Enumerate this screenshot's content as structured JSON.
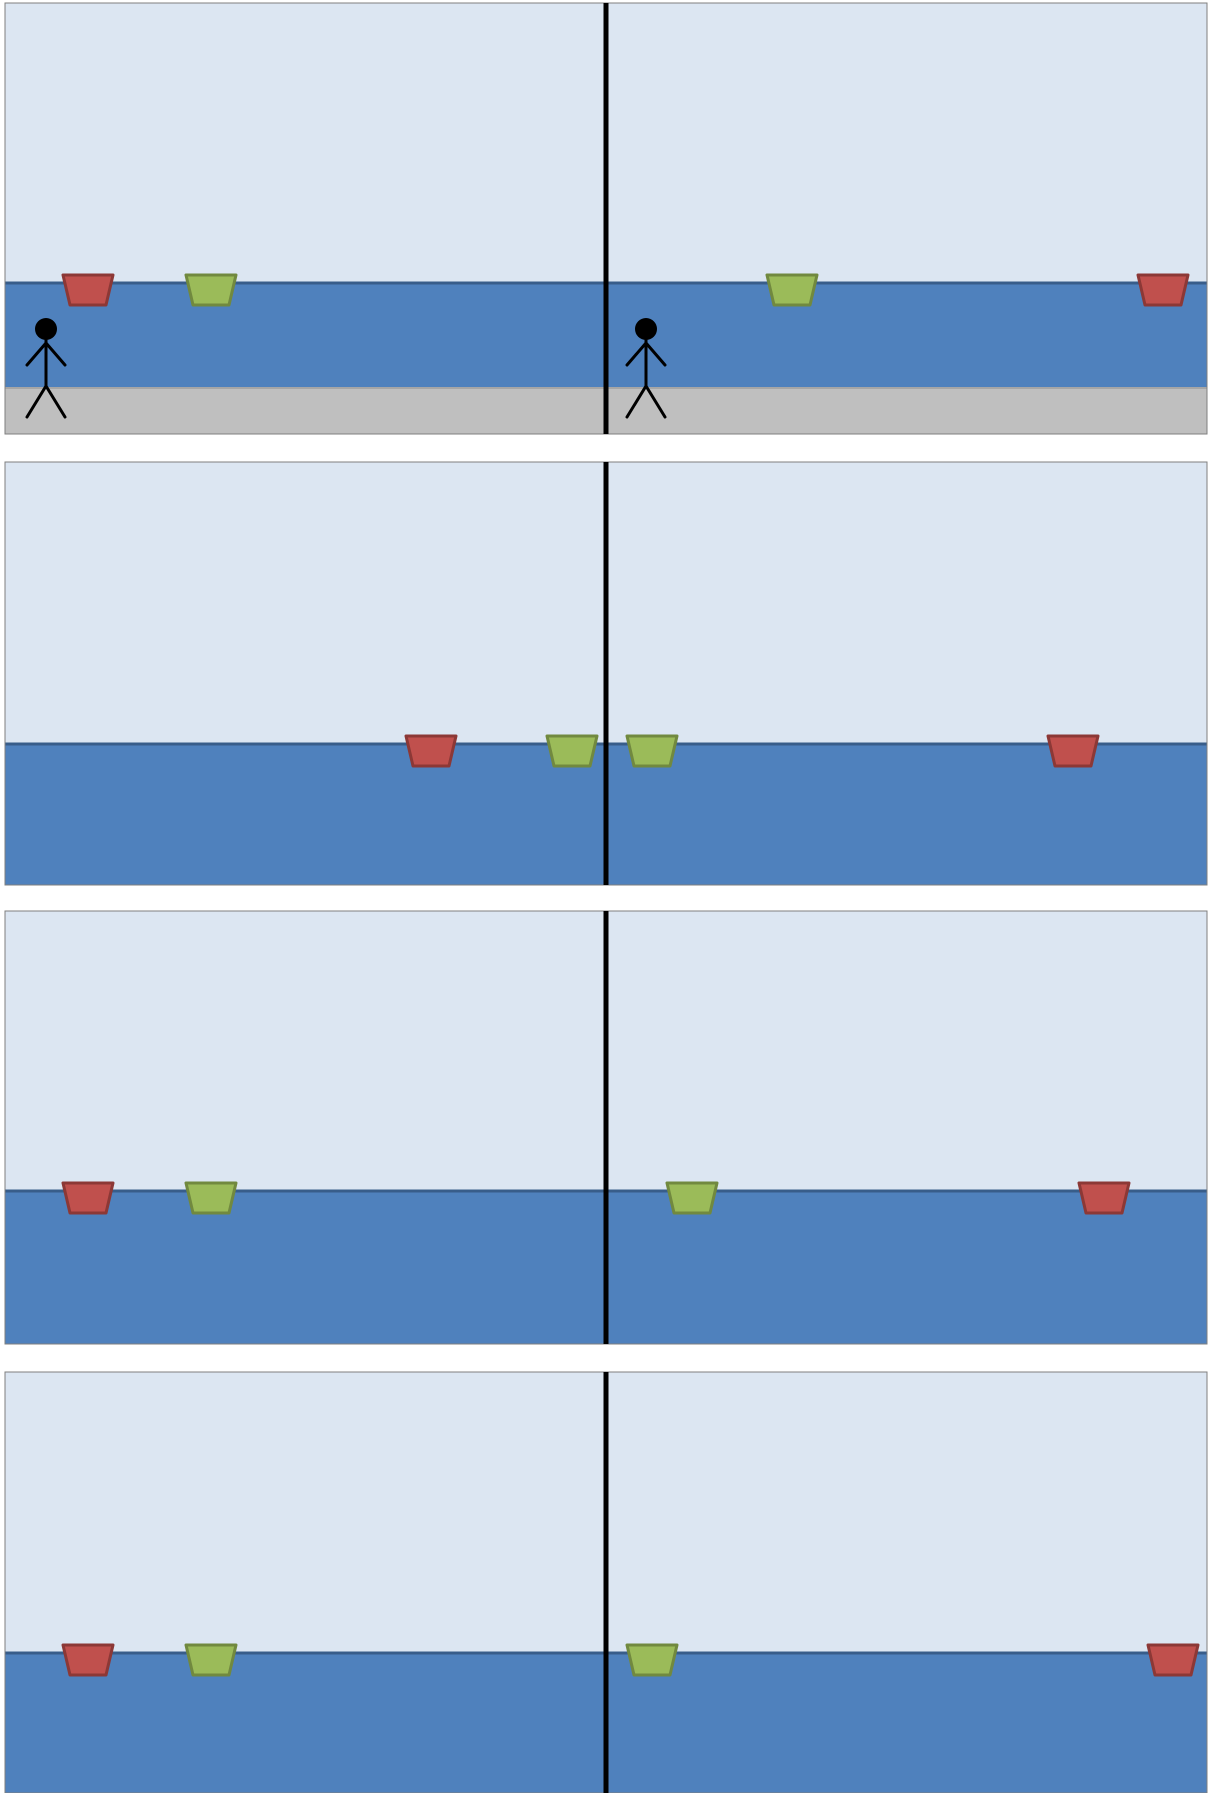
{
  "colors": {
    "sky": "#dce6f2",
    "water": "#4f81bd",
    "water_line": "#385d8a",
    "ground": "#bfbfbf",
    "divider": "#000000",
    "frame": "#7f7f7f",
    "red_boat": "#c0504d",
    "red_boat_edge": "#8c3836",
    "green_boat": "#9bbb59",
    "green_boat_edge": "#71893f",
    "person": "#000000"
  },
  "icons": {
    "red_boat": "red-boat-icon",
    "green_boat": "green-boat-icon",
    "person": "stick-figure-icon"
  },
  "panels": [
    {
      "id": "row1",
      "has_ground": true,
      "has_people": true
    },
    {
      "id": "row2",
      "has_ground": false,
      "has_people": false
    },
    {
      "id": "row3",
      "has_ground": false,
      "has_people": false
    },
    {
      "id": "row4",
      "has_ground": false,
      "has_people": false
    }
  ]
}
